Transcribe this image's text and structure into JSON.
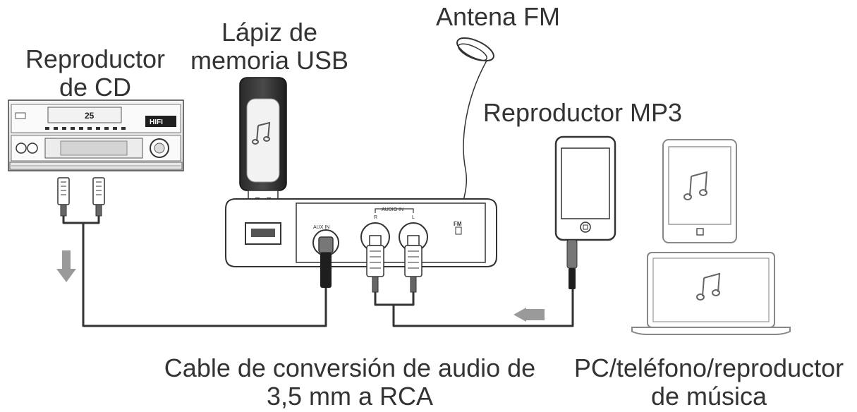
{
  "labels": {
    "cd_player": [
      "Reproductor",
      "de CD"
    ],
    "usb_stick": [
      "Lápiz de",
      "memoria USB"
    ],
    "fm_antenna": "Antena FM",
    "mp3_player": "Reproductor MP3",
    "cable": [
      "Cable de conversión de audio de",
      "3,5 mm a RCA"
    ],
    "devices": [
      "PC/teléfono/reproductor",
      "de música"
    ]
  },
  "panel": {
    "aux_in": "AUX IN",
    "audio_in": "AUDIO IN",
    "right": "R",
    "left": "L",
    "fm": "FM"
  },
  "cd_front": {
    "display_value": "25",
    "brand_text": "HIFI"
  },
  "colors": {
    "line": "#333333",
    "dark": "#1e1e1e",
    "mid_gray": "#9a9a9a",
    "light_gray": "#e6e6e6",
    "text": "#333333"
  },
  "icons": [
    "music-note-icon",
    "usb-connector-icon",
    "arrow-down-icon",
    "arrow-left-icon",
    "home-button-icon"
  ]
}
